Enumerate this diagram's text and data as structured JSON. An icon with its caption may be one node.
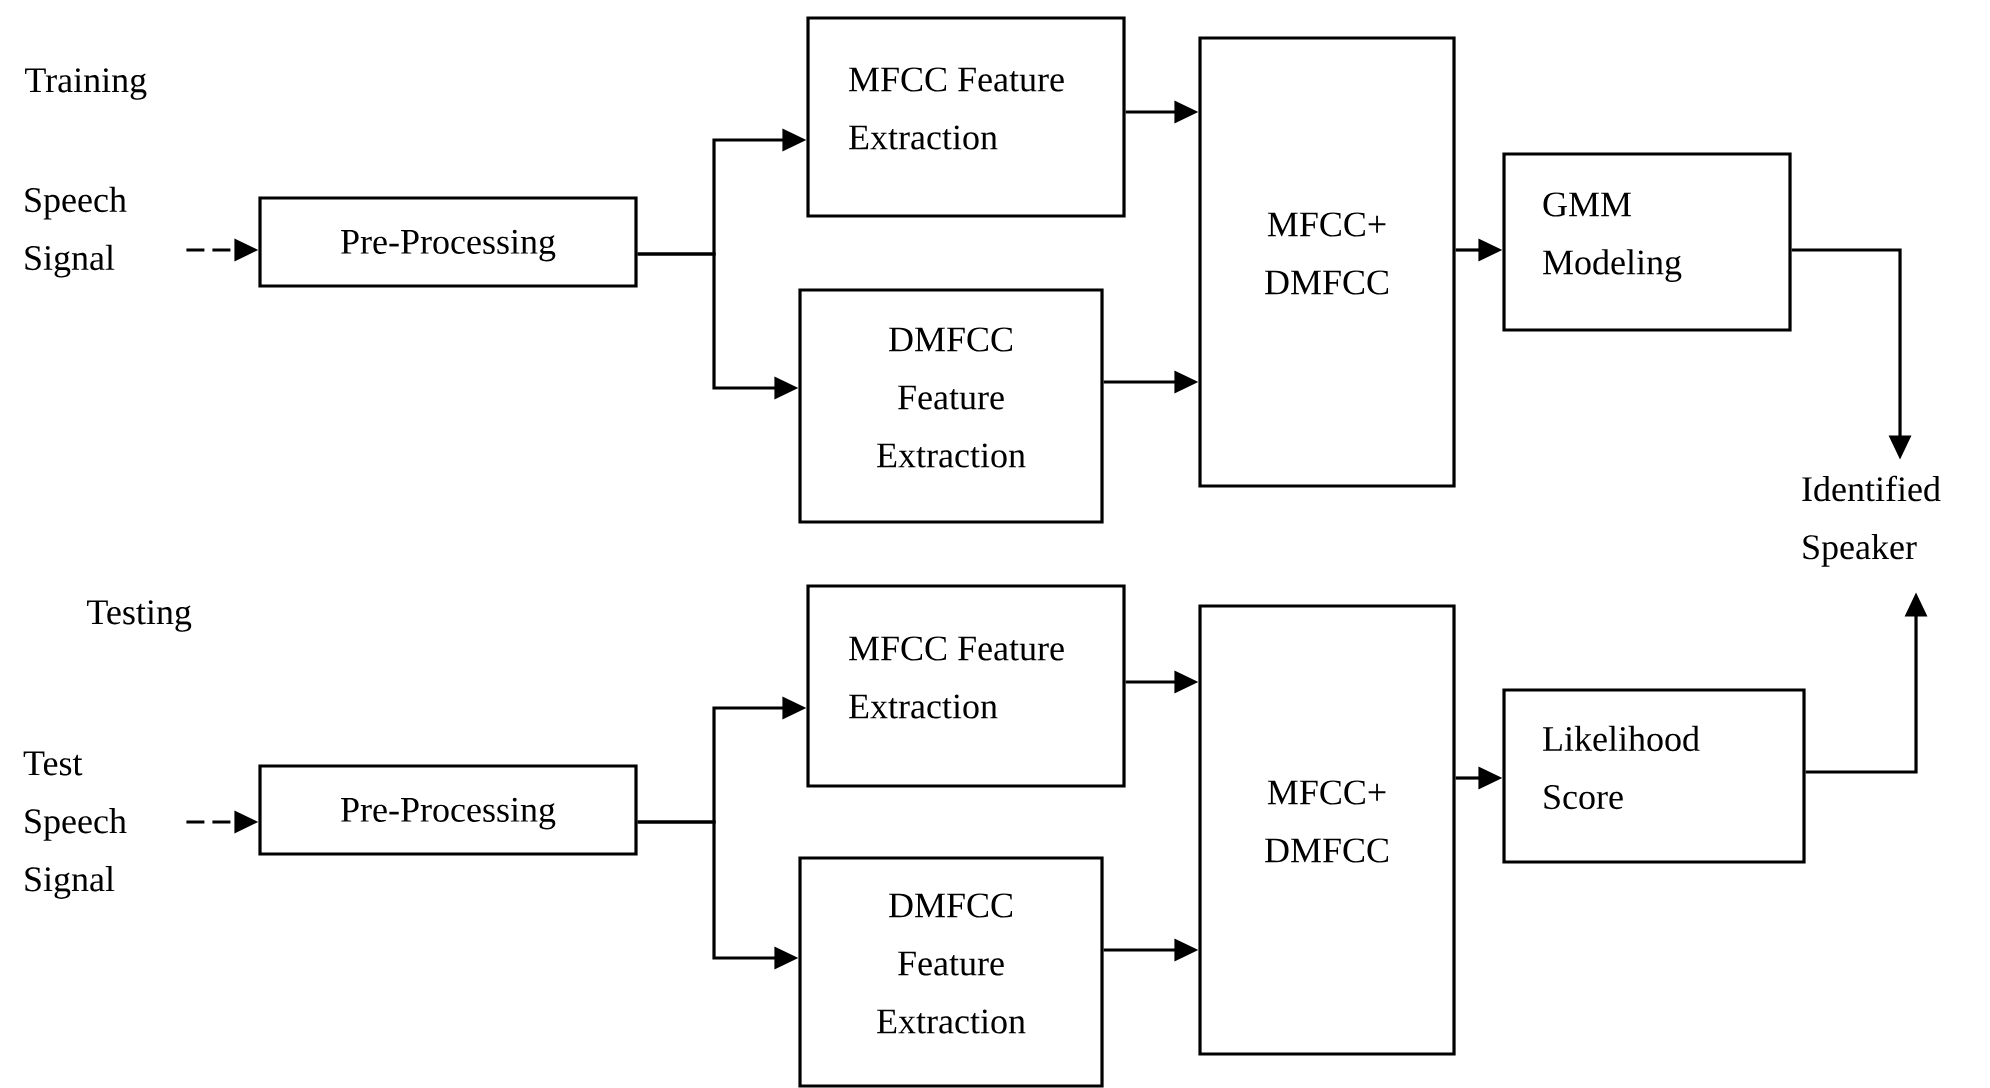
{
  "diagram": {
    "nodes": [
      {
        "text": [
          "Speech Signal"
        ]
      },
      {
        "text": [
          "Pre-Processing"
        ]
      },
      {
        "text": [
          "MFCC Feature Extraction"
        ]
      },
      {
        "text": [
          "DMFCC Feature Extraction"
        ]
      },
      {
        "text": [
          "MFCC+ DMFCC"
        ]
      },
      {
        "text": [
          "GMM Modeling"
        ]
      },
      {
        "text": [
          "Identified Speaker"
        ]
      },
      {
        "text": [
          "Test Speech Signal"
        ]
      },
      {
        "text": [
          "Pre-Processing"
        ]
      },
      {
        "text": [
          "MFCC Feature Extraction"
        ]
      },
      {
        "text": [
          "DMFCC Feature Extraction"
        ]
      },
      {
        "text": [
          "MFCC+ DMFCC"
        ]
      },
      {
        "text": [
          "Likelihood Score"
        ]
      }
    ],
    "edges": [
      {
        "from": 0,
        "to": 1,
        "arrow": "to",
        "style": "dashed"
      },
      {
        "from": 1,
        "to": 2,
        "arrow": "to"
      },
      {
        "from": 1,
        "to": 3,
        "arrow": "to"
      },
      {
        "from": 2,
        "to": 4,
        "arrow": "to"
      },
      {
        "from": 3,
        "to": 4,
        "arrow": "to"
      },
      {
        "from": 4,
        "to": 5,
        "arrow": "to"
      },
      {
        "from": 5,
        "to": 6,
        "arrow": "to"
      },
      {
        "from": 7,
        "to": 8,
        "arrow": "to",
        "style": "dashed"
      },
      {
        "from": 8,
        "to": 9,
        "arrow": "to"
      },
      {
        "from": 8,
        "to": 10,
        "arrow": "to"
      },
      {
        "from": 9,
        "to": 11,
        "arrow": "to"
      },
      {
        "from": 10,
        "to": 11,
        "arrow": "to"
      },
      {
        "from": 11,
        "to": 12,
        "arrow": "to"
      },
      {
        "from": 12,
        "to": 6,
        "arrow": "to"
      }
    ],
    "labels": [
      "Training",
      "Testing"
    ]
  }
}
